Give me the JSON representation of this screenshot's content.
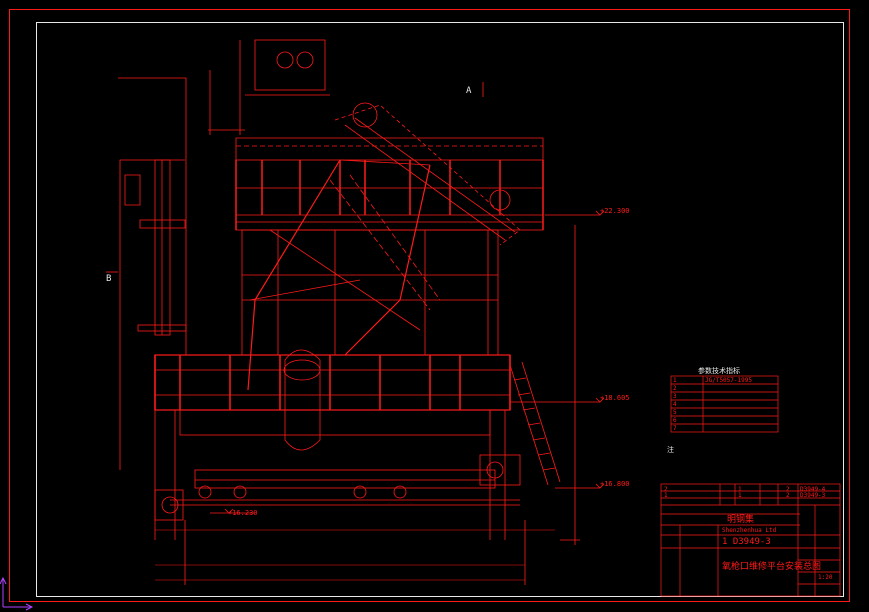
{
  "drawing": {
    "view_marks": {
      "a": "A",
      "b": "B"
    },
    "elevations": {
      "top": "+22.300",
      "mid": "+18.605",
      "low": "+16.800",
      "base": "+16.230"
    },
    "param_table": {
      "title": "参数技术指标",
      "rows": [
        [
          "1",
          "",
          "JG/T5057-1995"
        ],
        [
          "2",
          "",
          "",
          "",
          ""
        ],
        [
          "3",
          "",
          "",
          "",
          ""
        ],
        [
          "4",
          "",
          "",
          ""
        ],
        [
          "5",
          "",
          "",
          ""
        ],
        [
          "6",
          "",
          "",
          "",
          ""
        ],
        [
          "7",
          "",
          "",
          ""
        ]
      ]
    },
    "note": "注",
    "title_block": {
      "drawing_no": "1 D3949-3",
      "company": "明钢集",
      "company_sub": "Shenzhenhua Ltd",
      "title": "氧枪口维修平台安装总图",
      "parts_rows": [
        [
          "2",
          "",
          "1",
          "",
          "2",
          "D3949-4"
        ],
        [
          "1",
          "",
          "1",
          "",
          "2",
          "D3949-3"
        ]
      ],
      "scale": "1:20"
    }
  }
}
